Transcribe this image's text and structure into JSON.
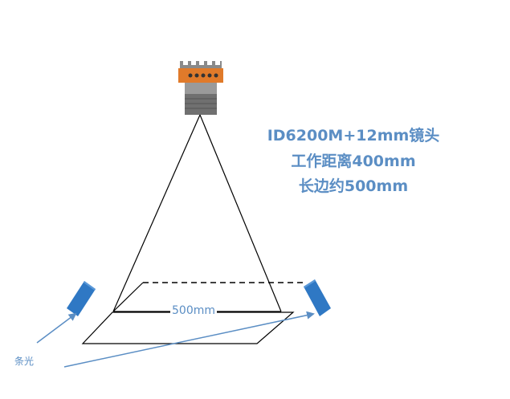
{
  "spec": {
    "line1": "ID6200M+12mm镜头",
    "line2": "工作距离400mm",
    "line3": "长边约500mm"
  },
  "dimension_label": "500mm",
  "light_label": "条光",
  "colors": {
    "text_accent": "#5b8ec4",
    "light_bar": "#2f78c4",
    "arrow": "#5b8ec4",
    "camera_orange": "#e07a2a",
    "camera_gray": "#8a8a8a",
    "line": "#000000"
  },
  "icons": {
    "camera": "camera-icon",
    "light_bar_left": "light-bar-icon",
    "light_bar_right": "light-bar-icon"
  }
}
